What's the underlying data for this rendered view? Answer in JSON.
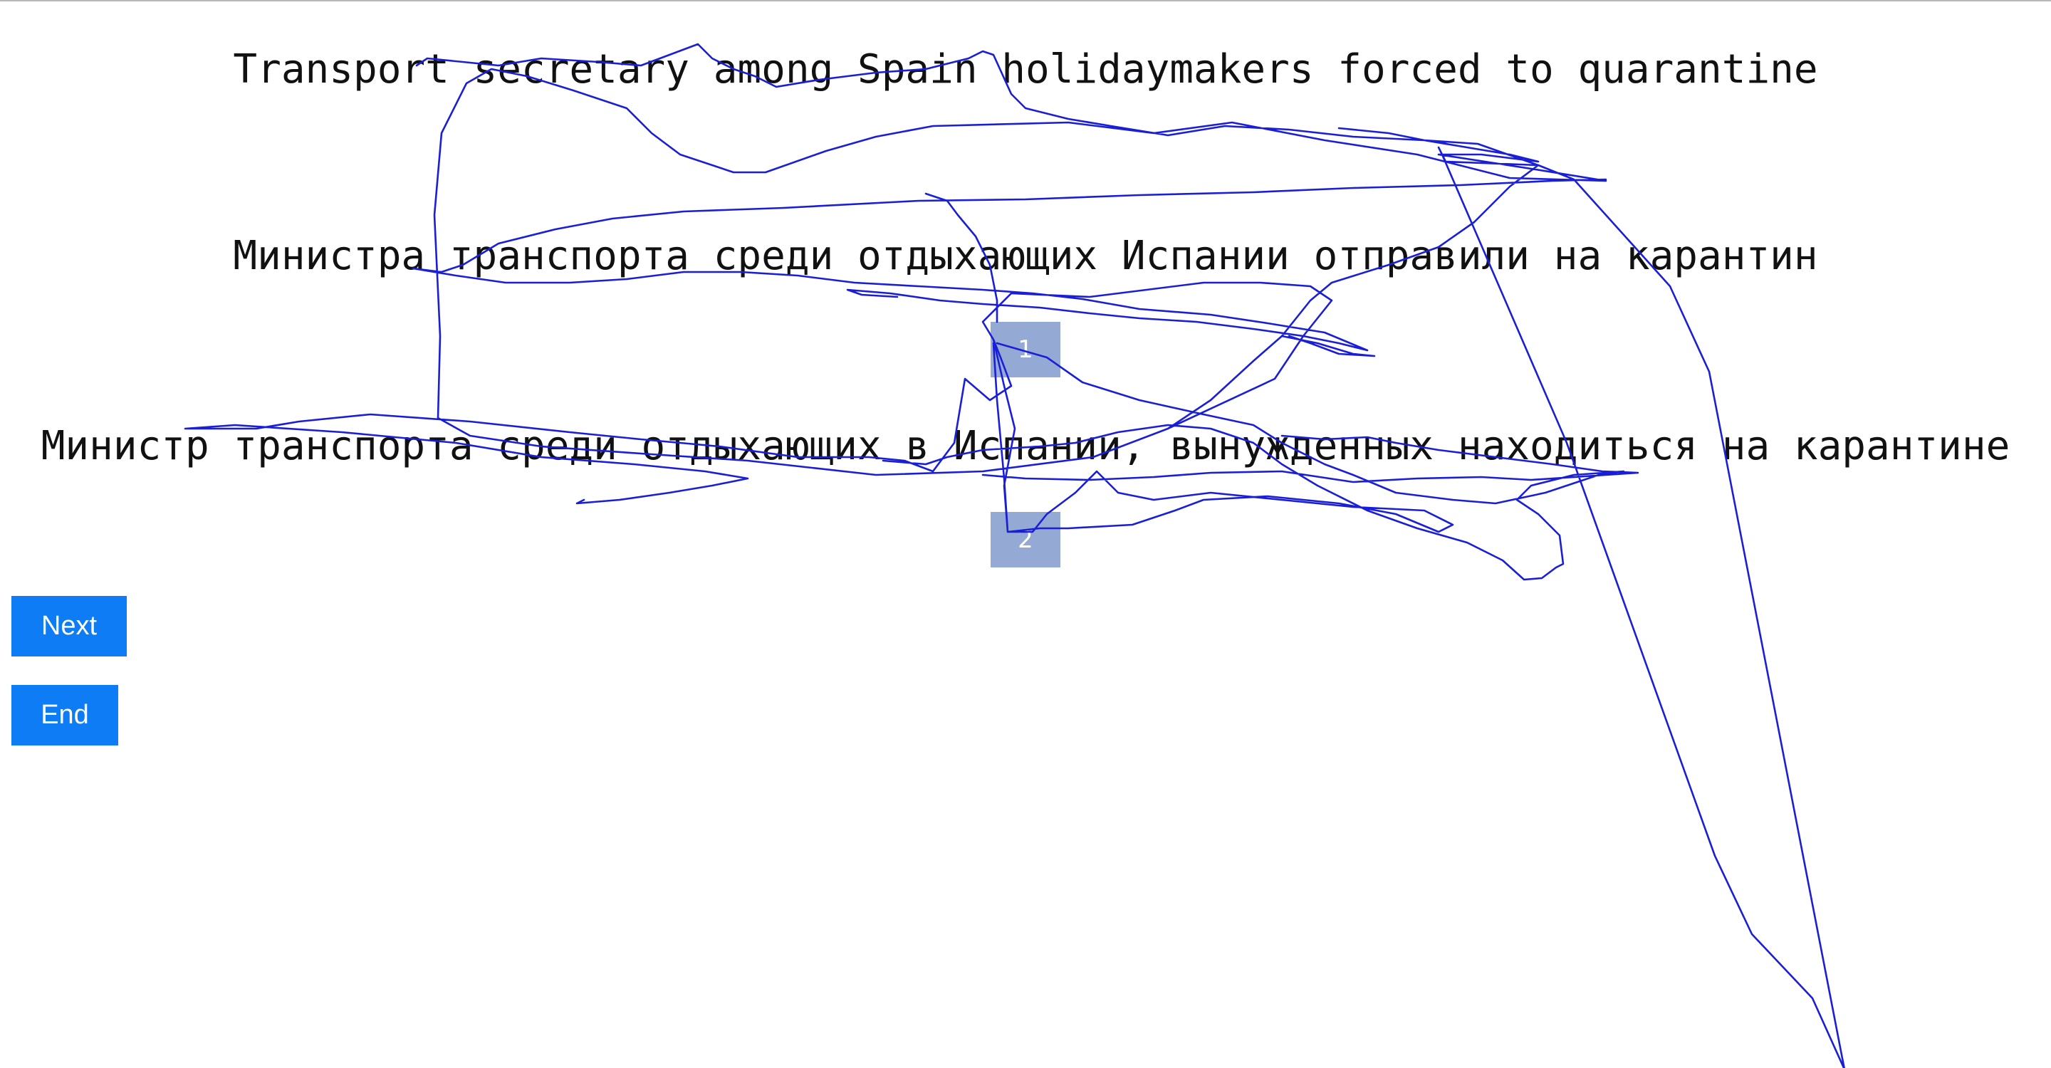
{
  "sentences": {
    "source": "Transport secretary among Spain holidaymakers forced to quarantine",
    "translation_1": "Министра транспорта среди отдыхающих Испании отправили на карантин",
    "translation_2": "Министр транспорта среди отдыхающих в Испании, вынужденных находиться на карантине"
  },
  "markers": {
    "first": "1",
    "second": "2"
  },
  "buttons": {
    "next_label": "Next",
    "end_label": "End"
  },
  "colors": {
    "button_bg": "#0d7cf5",
    "marker_bg": "#95a9d5",
    "trace_stroke": "#1a1fd6"
  }
}
